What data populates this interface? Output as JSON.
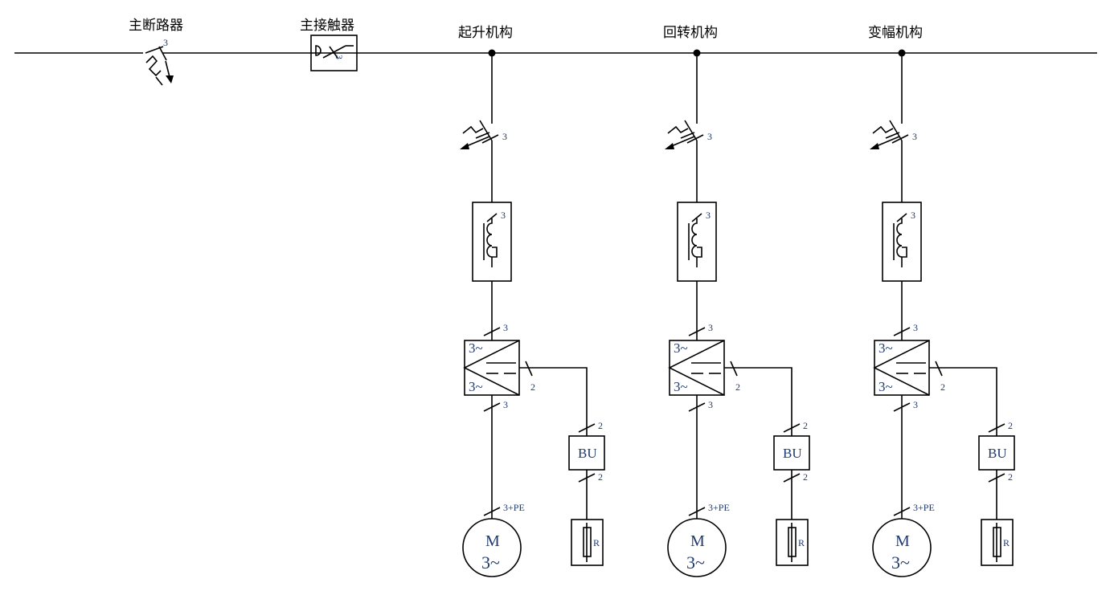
{
  "main_line": {
    "breaker_label": "主断路器",
    "breaker_poles": "3",
    "contactor_label": "主接触器",
    "contactor_poles": "3"
  },
  "branches": [
    {
      "title": "起升机构"
    },
    {
      "title": "回转机构"
    },
    {
      "title": "变幅机构"
    }
  ],
  "branch_labels": {
    "breaker_poles": "3",
    "relay_poles": "3",
    "input_wires": "3",
    "converter_in": "3~",
    "converter_out": "3~",
    "dc_wires": "2",
    "output_wires": "3",
    "bu_in_wires": "2",
    "bu_label": "BU",
    "bu_out_wires": "2",
    "motor_wires": "3+PE",
    "motor_label": "M",
    "motor_phase": "3~",
    "resistor_label": "R"
  },
  "colors": {
    "line": "#000000",
    "annotation": "#1f3a6e"
  }
}
